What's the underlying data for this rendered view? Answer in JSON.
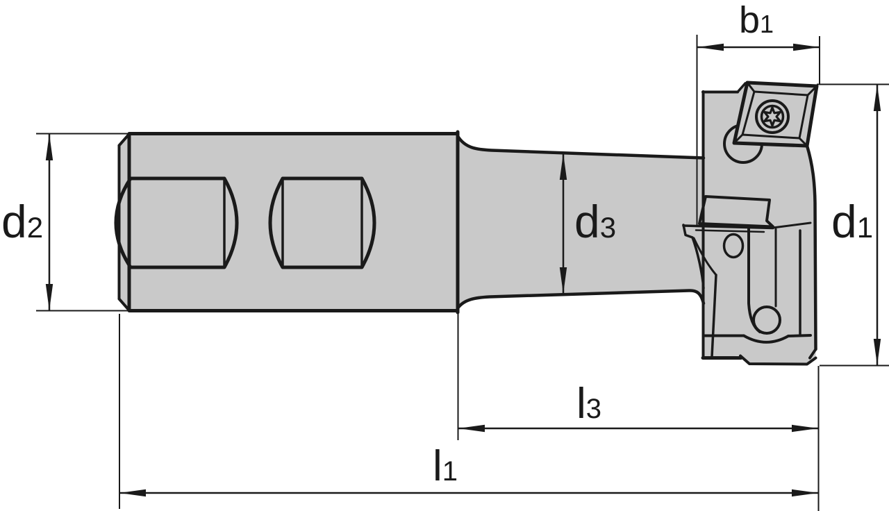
{
  "figure": {
    "type": "technical-drawing",
    "subject": "Side milling cutter with indexable inserts - dimensioned side view",
    "background_color": "#ffffff",
    "body_fill_color": "#c9c9c9",
    "line_color": "#1a1a1a",
    "labels": {
      "b1": {
        "base": "b",
        "sub": "1"
      },
      "d1": {
        "base": "d",
        "sub": "1"
      },
      "d2": {
        "base": "d",
        "sub": "2"
      },
      "d3": {
        "base": "d",
        "sub": "3"
      },
      "l1": {
        "base": "l",
        "sub": "1"
      },
      "l3": {
        "base": "l",
        "sub": "3"
      }
    }
  }
}
